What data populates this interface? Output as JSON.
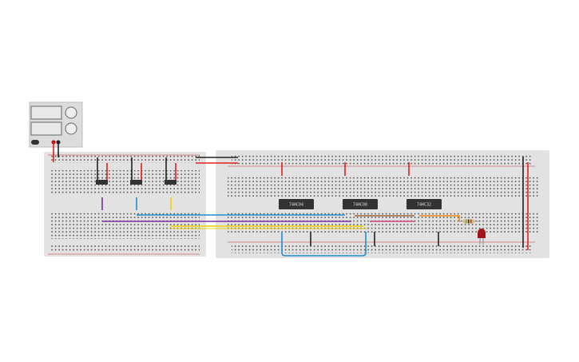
{
  "canvas": {
    "background": "#ffffff"
  },
  "power_supply": {
    "body": "#dcdcdc",
    "display": "#e9e9e9"
  },
  "breadboards": {
    "color": "#e2e2e2",
    "hole": "#555555"
  },
  "chips": [
    {
      "label": "74HC04"
    },
    {
      "label": "74HC08"
    },
    {
      "label": "74HC32"
    }
  ],
  "wire_colors": {
    "red": "#e0201b",
    "black": "#222222",
    "blue": "#1f8fd0",
    "purple": "#7b2fa0",
    "yellow": "#f2d000",
    "brown": "#a0643c",
    "pink": "#d0457e",
    "orange": "#f08a10"
  },
  "led": {
    "color": "#a3141a"
  }
}
